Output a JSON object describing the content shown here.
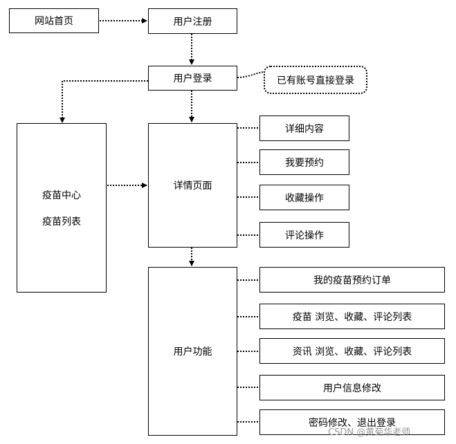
{
  "nodes": {
    "home": "网站首页",
    "register": "用户注册",
    "login": "用户登录",
    "login_note": "已有账号直接登录",
    "vaccine_center": "疫苗中心",
    "vaccine_list": "疫苗列表",
    "detail_page": "详情页面",
    "detail_content": "详细内容",
    "appointment": "我要预约",
    "favorite_op": "收藏操作",
    "comment_op": "评论操作",
    "user_functions": "用户功能",
    "my_orders": "我的疫苗预约订单",
    "vaccine_lists": "疫苗 浏览、收藏、评论列表",
    "news_lists": "资讯 浏览、收藏、评论列表",
    "user_info_edit": "用户信息修改",
    "password_logout": "密码修改、退出登录"
  },
  "watermark": "CSDN @黄菊华老师"
}
